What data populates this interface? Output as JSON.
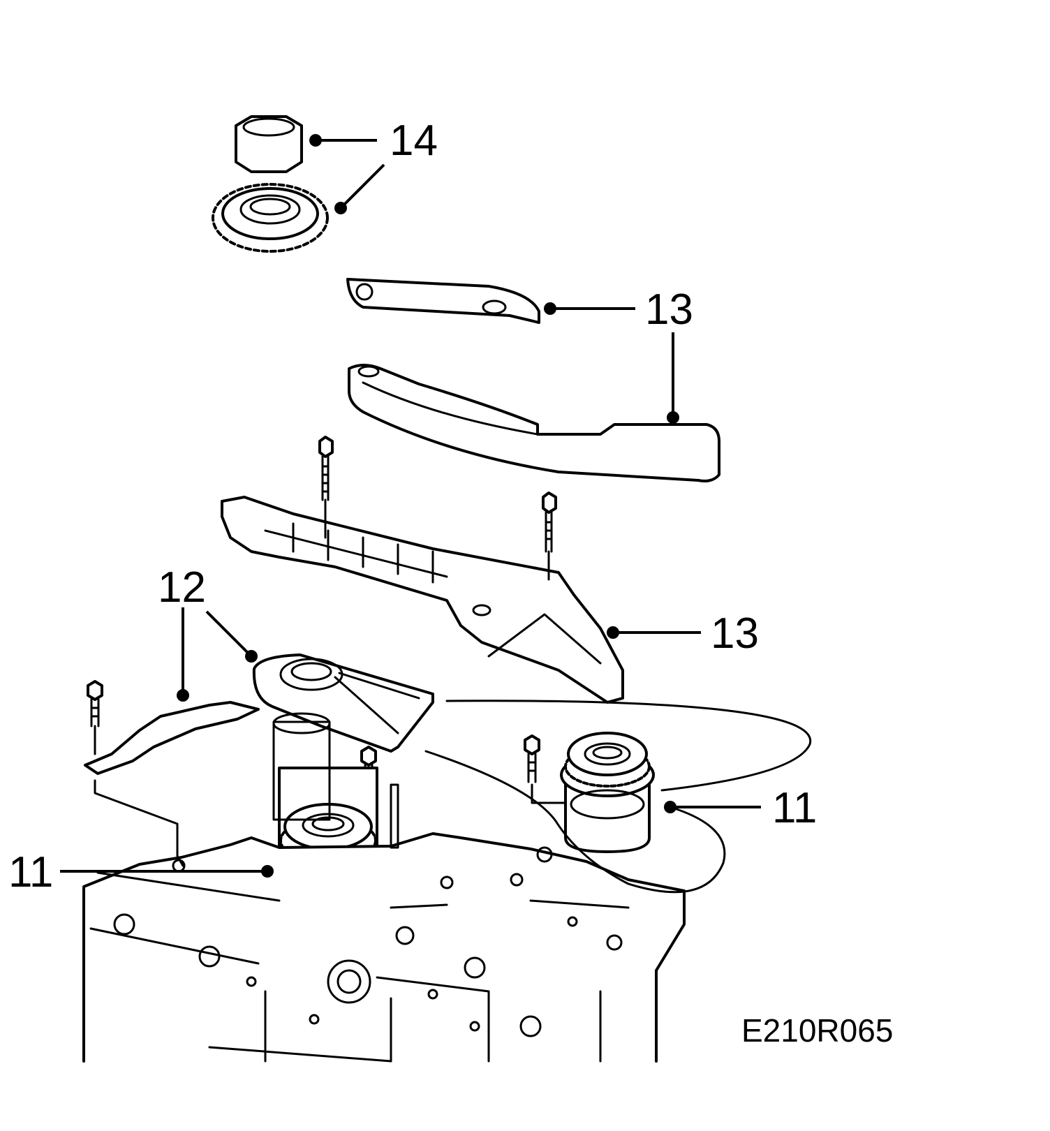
{
  "diagram": {
    "callouts": [
      {
        "id": "c14",
        "label": "14"
      },
      {
        "id": "c13a",
        "label": "13"
      },
      {
        "id": "c13b",
        "label": "13"
      },
      {
        "id": "c12",
        "label": "12"
      },
      {
        "id": "c11a",
        "label": "11"
      },
      {
        "id": "c11b",
        "label": "11"
      }
    ],
    "reference_code": "E210R065"
  }
}
